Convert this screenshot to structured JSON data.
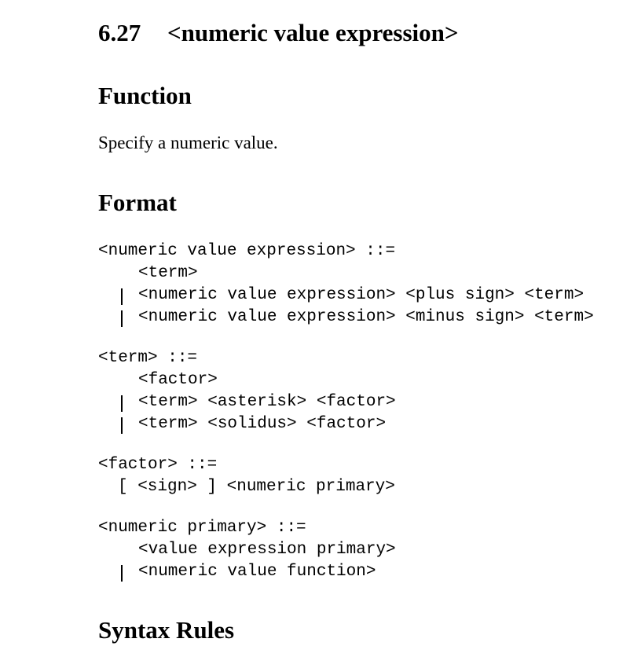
{
  "section": {
    "number": "6.27",
    "title": "<numeric value expression>"
  },
  "function": {
    "heading": "Function",
    "text": "Specify a numeric value."
  },
  "format": {
    "heading": "Format",
    "rules": [
      {
        "lhs": "<numeric value expression> ::=",
        "alternatives": [
          {
            "bar": false,
            "text": "<term>"
          },
          {
            "bar": true,
            "text": "<numeric value expression> <plus sign> <term>"
          },
          {
            "bar": true,
            "text": "<numeric value expression> <minus sign> <term>"
          }
        ]
      },
      {
        "lhs": "<term> ::=",
        "alternatives": [
          {
            "bar": false,
            "text": "<factor>"
          },
          {
            "bar": true,
            "text": "<term> <asterisk> <factor>"
          },
          {
            "bar": true,
            "text": "<term> <solidus> <factor>"
          }
        ]
      },
      {
        "lhs": "<factor> ::=",
        "alternatives": [
          {
            "bar": false,
            "optional": true,
            "text": "[ <sign> ] <numeric primary>"
          }
        ]
      },
      {
        "lhs": "<numeric primary> ::=",
        "alternatives": [
          {
            "bar": false,
            "text": "<value expression primary>"
          },
          {
            "bar": true,
            "text": "<numeric value function>"
          }
        ]
      }
    ]
  },
  "next_heading": "Syntax Rules"
}
